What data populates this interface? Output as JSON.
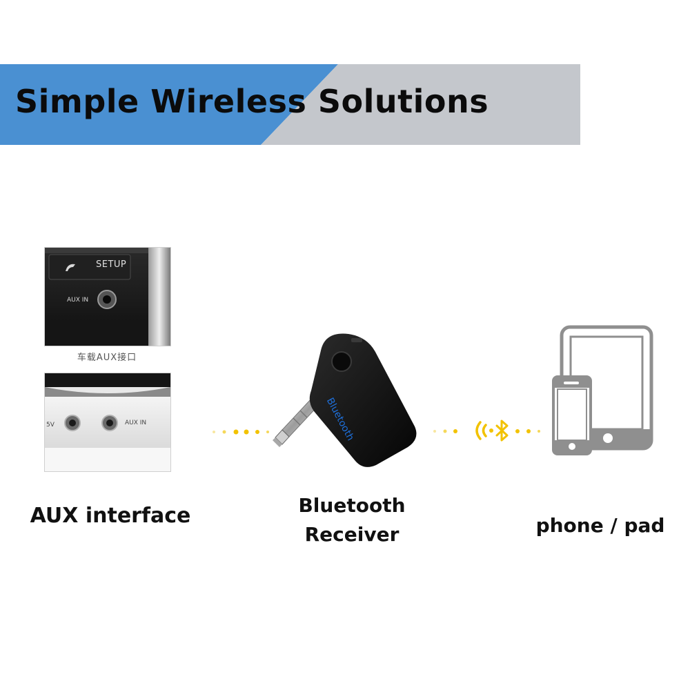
{
  "banner": {
    "title": "Simple Wireless Solutions",
    "left_color": "#4a90d2",
    "right_color": "#c4c7cc"
  },
  "aux_photos": {
    "top_photo": {
      "button_label": "SETUP",
      "port_label": "AUX IN",
      "caption": "车载AUX接口"
    },
    "bottom_photo": {
      "voltage_label": "5V",
      "port_label": "AUX IN"
    }
  },
  "device": {
    "brand_text": "Bluetooth"
  },
  "labels": {
    "aux": "AUX interface",
    "receiver_line1": "Bluetooth",
    "receiver_line2": "Receiver",
    "phone": "phone / pad"
  },
  "icons": {
    "signal": "wireless-signal-icon",
    "bluetooth": "bluetooth-icon",
    "tablet": "tablet-icon",
    "phone": "phone-icon"
  },
  "colors": {
    "dots": "#f2c200",
    "device_blue": "#1e6fd9",
    "outline_gray": "#8f8f8f"
  }
}
